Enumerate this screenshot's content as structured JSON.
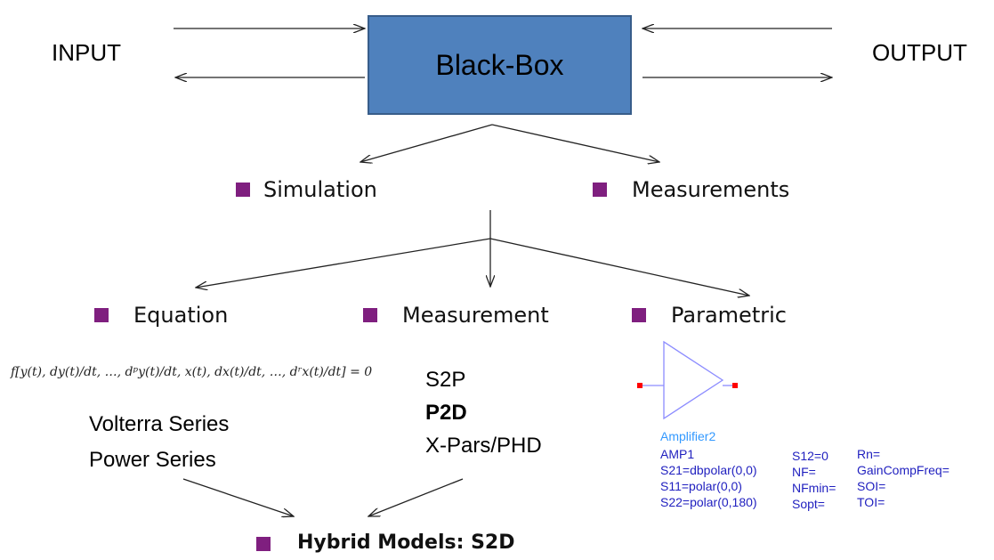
{
  "io": {
    "input": "INPUT",
    "output": "OUTPUT"
  },
  "blackbox": "Black-Box",
  "level1": {
    "simulation": "Simulation",
    "measurements": "Measurements"
  },
  "level2": {
    "equation": "Equation",
    "measurement": "Measurement",
    "parametric": "Parametric"
  },
  "equation_formula": "f[y(t), dy(t)/dt, …, dᵖy(t)/dt, x(t), dx(t)/dt, …, dʳx(t)/dt] = 0",
  "equation_models": [
    "Volterra Series",
    "Power Series"
  ],
  "measurement_formats": [
    "S2P",
    "P2D",
    "X-Pars/PHD"
  ],
  "amplifier": {
    "name": "Amplifier2",
    "col1": [
      "AMP1",
      "S21=dbpolar(0,0)",
      "S11=polar(0,0)",
      "S22=polar(0,180)"
    ],
    "col2": [
      "S12=0",
      "NF=",
      "NFmin=",
      "Sopt="
    ],
    "col3": [
      "Rn=",
      "GainCompFreq=",
      "SOI=",
      "TOI="
    ]
  },
  "hybrid": "Hybrid Models: S2D",
  "colors": {
    "box_fill": "#4f81bd",
    "bullet": "#7f1f7f",
    "amp_name": "#3399ff",
    "amp_params": "#1f1fbf",
    "amp_symbol": "#8c8cff",
    "pin": "#ff0000"
  }
}
